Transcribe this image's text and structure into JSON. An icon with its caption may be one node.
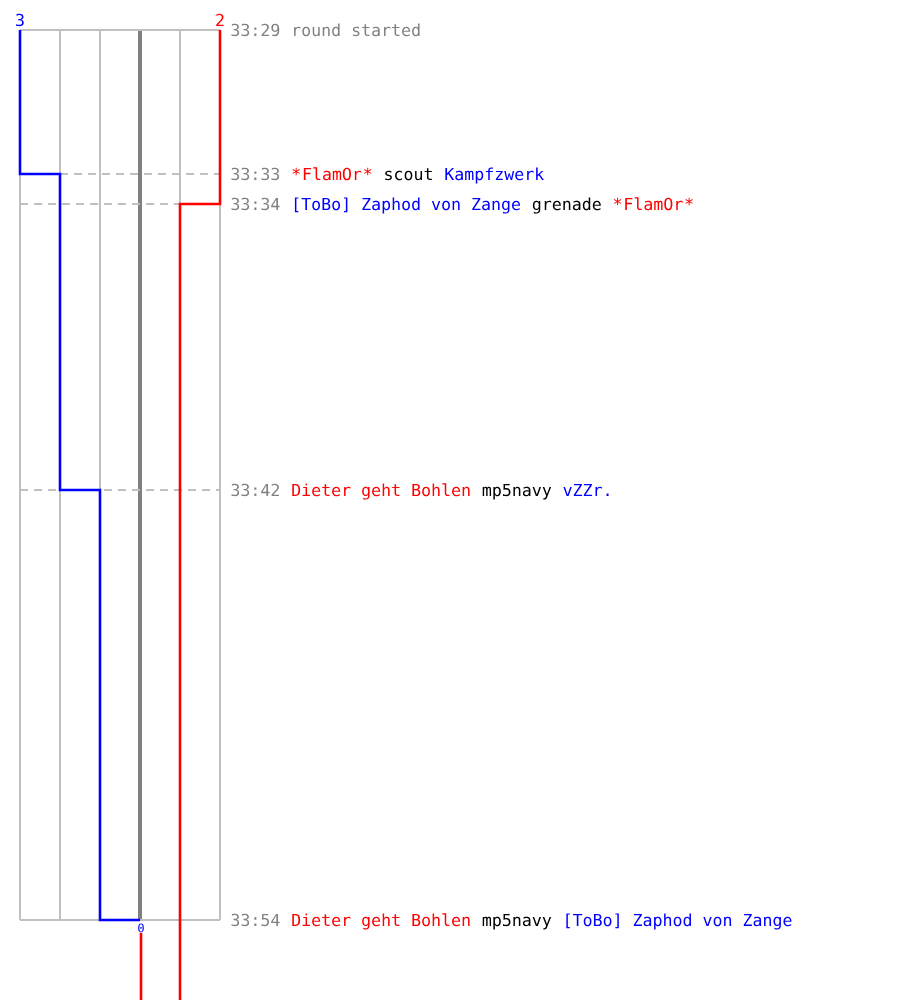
{
  "diagram": {
    "labels": [
      "3",
      "2",
      "33:29",
      "round started",
      "33:33",
      "*",
      "FlamOr",
      "*",
      "scout",
      "Kampfzwerk",
      "33:34",
      "[ToBo] Zaphod von Zange",
      "grenade",
      "*",
      "FlamOr",
      "*",
      "33:42",
      "Dieter geht Bohlen",
      "mp5navy",
      "vZZr.",
      "0",
      "33:54",
      "Dieter geht Bohlen",
      "mp5navy",
      "[ToBo] Zaphod von Zange"
    ]
  }
}
